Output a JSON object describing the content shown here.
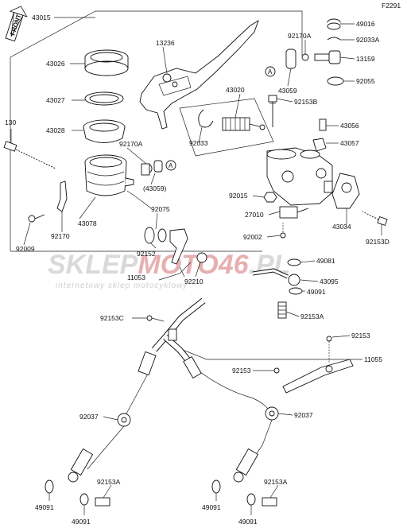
{
  "diagram": {
    "code": "F2291",
    "front_label": "FRONT",
    "callout_a": "A",
    "watermark": {
      "brand_a": "SKLEP",
      "brand_b": "MOTO46",
      "brand_c": ".PL",
      "tagline": "internetowy sklep motocyklowy"
    },
    "parts": [
      {
        "id": "p43015",
        "label": "43015"
      },
      {
        "id": "p13236",
        "label": "13236"
      },
      {
        "id": "p43026",
        "label": "43026"
      },
      {
        "id": "p43027",
        "label": "43027"
      },
      {
        "id": "p43028",
        "label": "43028"
      },
      {
        "id": "p130",
        "label": "130"
      },
      {
        "id": "p92170A",
        "label": "92170A"
      },
      {
        "id": "p43059b",
        "label": "(43059)"
      },
      {
        "id": "p43078",
        "label": "43078"
      },
      {
        "id": "p92170",
        "label": "92170"
      },
      {
        "id": "p92009",
        "label": "92009"
      },
      {
        "id": "p92075",
        "label": "92075"
      },
      {
        "id": "p92152",
        "label": "92152"
      },
      {
        "id": "p11053",
        "label": "11053"
      },
      {
        "id": "p92210",
        "label": "92210"
      },
      {
        "id": "p43020",
        "label": "43020"
      },
      {
        "id": "p92033",
        "label": "92033"
      },
      {
        "id": "p92170A2",
        "label": "92170A"
      },
      {
        "id": "p43059",
        "label": "43059"
      },
      {
        "id": "p49016",
        "label": "49016"
      },
      {
        "id": "p92033A",
        "label": "92033A"
      },
      {
        "id": "p13159",
        "label": "13159"
      },
      {
        "id": "p92055",
        "label": "92055"
      },
      {
        "id": "p92153B",
        "label": "92153B"
      },
      {
        "id": "p43056",
        "label": "43056"
      },
      {
        "id": "p43057",
        "label": "43057"
      },
      {
        "id": "p92015",
        "label": "92015"
      },
      {
        "id": "p27010",
        "label": "27010"
      },
      {
        "id": "p92002",
        "label": "92002"
      },
      {
        "id": "p43034",
        "label": "43034"
      },
      {
        "id": "p92153D",
        "label": "92153D"
      },
      {
        "id": "p49081",
        "label": "49081"
      },
      {
        "id": "p43095",
        "label": "43095"
      },
      {
        "id": "p49091a",
        "label": "49091"
      },
      {
        "id": "p92153A",
        "label": "92153A"
      },
      {
        "id": "p92153C",
        "label": "92153C"
      },
      {
        "id": "p92153a",
        "label": "92153"
      },
      {
        "id": "p11055",
        "label": "11055"
      },
      {
        "id": "p92153b",
        "label": "92153"
      },
      {
        "id": "p92037L",
        "label": "92037"
      },
      {
        "id": "p92037R",
        "label": "92037"
      },
      {
        "id": "p92153AL",
        "label": "92153A"
      },
      {
        "id": "p92153AR",
        "label": "92153A"
      },
      {
        "id": "p49091L1",
        "label": "49091"
      },
      {
        "id": "p49091L2",
        "label": "49091"
      },
      {
        "id": "p49091R1",
        "label": "49091"
      },
      {
        "id": "p49091R2",
        "label": "49091"
      }
    ]
  }
}
